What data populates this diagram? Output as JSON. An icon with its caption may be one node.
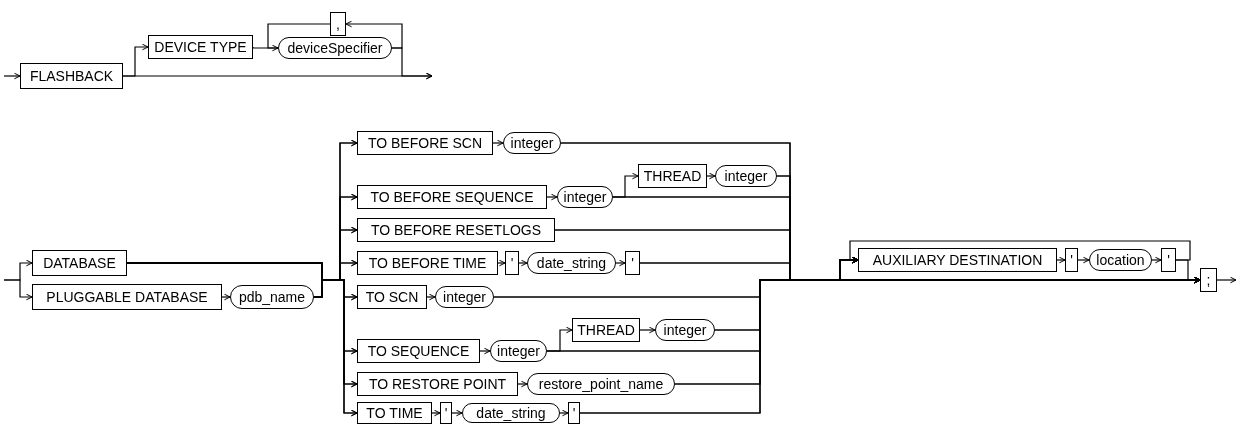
{
  "diagram": {
    "nodes": [
      {
        "text": [
          "FLASHBACK"
        ]
      },
      {
        "text": [
          "DEVICE TYPE"
        ]
      },
      {
        "text": [
          "deviceSpecifier"
        ]
      },
      {
        "text": [
          ","
        ]
      },
      {
        "text": [
          "DATABASE"
        ]
      },
      {
        "text": [
          "PLUGGABLE DATABASE"
        ]
      },
      {
        "text": [
          "pdb_name"
        ]
      },
      {
        "text": [
          "TO BEFORE SCN"
        ]
      },
      {
        "text": [
          "integer"
        ]
      },
      {
        "text": [
          "TO BEFORE SEQUENCE"
        ]
      },
      {
        "text": [
          "integer"
        ]
      },
      {
        "text": [
          "THREAD"
        ]
      },
      {
        "text": [
          "integer"
        ]
      },
      {
        "text": [
          "TO BEFORE RESETLOGS"
        ]
      },
      {
        "text": [
          "TO BEFORE TIME"
        ]
      },
      {
        "text": [
          "'"
        ]
      },
      {
        "text": [
          "date_string"
        ]
      },
      {
        "text": [
          "'"
        ]
      },
      {
        "text": [
          "TO SCN"
        ]
      },
      {
        "text": [
          "integer"
        ]
      },
      {
        "text": [
          "TO SEQUENCE"
        ]
      },
      {
        "text": [
          "integer"
        ]
      },
      {
        "text": [
          "THREAD"
        ]
      },
      {
        "text": [
          "integer"
        ]
      },
      {
        "text": [
          "TO RESTORE POINT"
        ]
      },
      {
        "text": [
          "restore_point_name"
        ]
      },
      {
        "text": [
          "TO TIME"
        ]
      },
      {
        "text": [
          "'"
        ]
      },
      {
        "text": [
          "date_string"
        ]
      },
      {
        "text": [
          "'"
        ]
      },
      {
        "text": [
          "AUXILIARY DESTINATION"
        ]
      },
      {
        "text": [
          "'"
        ]
      },
      {
        "text": [
          "location"
        ]
      },
      {
        "text": [
          "'"
        ]
      },
      {
        "text": [
          ";"
        ]
      }
    ],
    "edges": [
      {
        "from": null,
        "to": 0,
        "arrow": "to"
      },
      {
        "from": 0,
        "to": 1,
        "arrow": "to"
      },
      {
        "from": 0,
        "to": null,
        "arrow": "to"
      },
      {
        "from": 1,
        "to": 2,
        "arrow": "to"
      },
      {
        "from": 2,
        "to": 3,
        "arrow": "to"
      },
      {
        "from": 3,
        "to": 2,
        "arrow": "none"
      },
      {
        "from": 2,
        "to": null,
        "arrow": "to"
      },
      {
        "from": null,
        "to": 4,
        "arrow": "to"
      },
      {
        "from": null,
        "to": 5,
        "arrow": "to"
      },
      {
        "from": 5,
        "to": 6,
        "arrow": "to"
      },
      {
        "from": 4,
        "to": 7,
        "arrow": "to"
      },
      {
        "from": 4,
        "to": 9,
        "arrow": "to"
      },
      {
        "from": 4,
        "to": 13,
        "arrow": "to"
      },
      {
        "from": 4,
        "to": 14,
        "arrow": "to"
      },
      {
        "from": 4,
        "to": 18,
        "arrow": "to"
      },
      {
        "from": 4,
        "to": 20,
        "arrow": "to"
      },
      {
        "from": 4,
        "to": 24,
        "arrow": "to"
      },
      {
        "from": 4,
        "to": 26,
        "arrow": "to"
      },
      {
        "from": 6,
        "to": 7,
        "arrow": "to"
      },
      {
        "from": 6,
        "to": 9,
        "arrow": "to"
      },
      {
        "from": 6,
        "to": 13,
        "arrow": "to"
      },
      {
        "from": 6,
        "to": 14,
        "arrow": "to"
      },
      {
        "from": 6,
        "to": 18,
        "arrow": "to"
      },
      {
        "from": 6,
        "to": 20,
        "arrow": "to"
      },
      {
        "from": 6,
        "to": 24,
        "arrow": "to"
      },
      {
        "from": 6,
        "to": 26,
        "arrow": "to"
      },
      {
        "from": 7,
        "to": 8,
        "arrow": "to"
      },
      {
        "from": 9,
        "to": 10,
        "arrow": "to"
      },
      {
        "from": 10,
        "to": 11,
        "arrow": "to"
      },
      {
        "from": 11,
        "to": 12,
        "arrow": "to"
      },
      {
        "from": 14,
        "to": 15,
        "arrow": "to"
      },
      {
        "from": 15,
        "to": 16,
        "arrow": "to"
      },
      {
        "from": 16,
        "to": 17,
        "arrow": "to"
      },
      {
        "from": 18,
        "to": 19,
        "arrow": "to"
      },
      {
        "from": 20,
        "to": 21,
        "arrow": "to"
      },
      {
        "from": 21,
        "to": 22,
        "arrow": "to"
      },
      {
        "from": 22,
        "to": 23,
        "arrow": "to"
      },
      {
        "from": 24,
        "to": 25,
        "arrow": "to"
      },
      {
        "from": 26,
        "to": 27,
        "arrow": "to"
      },
      {
        "from": 27,
        "to": 28,
        "arrow": "to"
      },
      {
        "from": 28,
        "to": 29,
        "arrow": "to"
      },
      {
        "from": 8,
        "to": 30,
        "arrow": "to"
      },
      {
        "from": 10,
        "to": 30,
        "arrow": "to"
      },
      {
        "from": 12,
        "to": 30,
        "arrow": "to"
      },
      {
        "from": 13,
        "to": 30,
        "arrow": "to"
      },
      {
        "from": 17,
        "to": 30,
        "arrow": "to"
      },
      {
        "from": 19,
        "to": 30,
        "arrow": "to"
      },
      {
        "from": 21,
        "to": 30,
        "arrow": "to"
      },
      {
        "from": 23,
        "to": 30,
        "arrow": "to"
      },
      {
        "from": 25,
        "to": 30,
        "arrow": "to"
      },
      {
        "from": 29,
        "to": 30,
        "arrow": "to"
      },
      {
        "from": 8,
        "to": 34,
        "arrow": "to"
      },
      {
        "from": 10,
        "to": 34,
        "arrow": "to"
      },
      {
        "from": 12,
        "to": 34,
        "arrow": "to"
      },
      {
        "from": 13,
        "to": 34,
        "arrow": "to"
      },
      {
        "from": 17,
        "to": 34,
        "arrow": "to"
      },
      {
        "from": 19,
        "to": 34,
        "arrow": "to"
      },
      {
        "from": 21,
        "to": 34,
        "arrow": "to"
      },
      {
        "from": 23,
        "to": 34,
        "arrow": "to"
      },
      {
        "from": 25,
        "to": 34,
        "arrow": "to"
      },
      {
        "from": 29,
        "to": 34,
        "arrow": "to"
      },
      {
        "from": 30,
        "to": 31,
        "arrow": "to"
      },
      {
        "from": 31,
        "to": 32,
        "arrow": "to"
      },
      {
        "from": 32,
        "to": 33,
        "arrow": "to"
      },
      {
        "from": 33,
        "to": 30,
        "arrow": "to"
      },
      {
        "from": 33,
        "to": 34,
        "arrow": "to"
      },
      {
        "from": 34,
        "to": null,
        "arrow": "to"
      }
    ]
  }
}
